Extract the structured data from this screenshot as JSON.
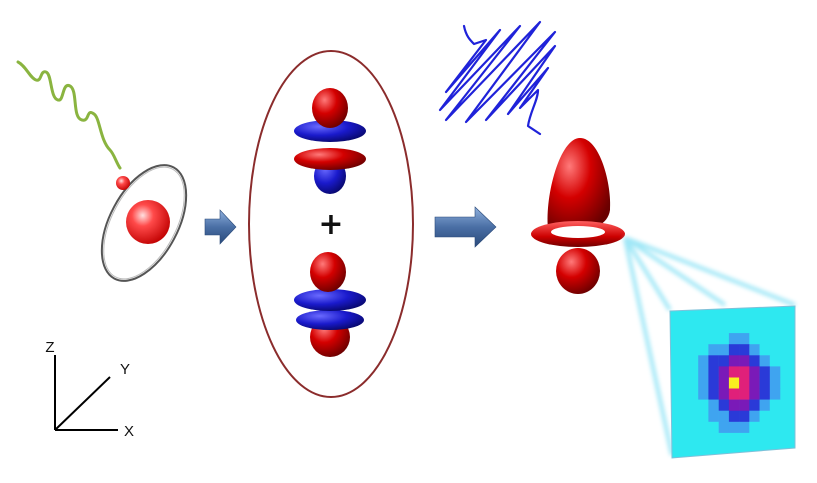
{
  "axes": {
    "z_label": "Z",
    "y_label": "Y",
    "x_label": "X"
  },
  "operator": {
    "plus": "+"
  },
  "colors": {
    "lobe_red": "#d40000",
    "lobe_blue": "#1a1acc",
    "pulse_green": "#8ab440",
    "pulse_blue": "#1f22d9",
    "ellipse": "#8b2c2c",
    "arrow": "#4a6fa5",
    "beam": "#8fe3f5",
    "detector_bg": "#2ee8f0"
  },
  "detector_grid": [
    [
      0,
      0,
      0,
      0,
      0,
      0,
      0,
      0,
      0
    ],
    [
      0,
      0,
      0,
      0,
      1,
      1,
      0,
      0,
      0
    ],
    [
      0,
      0,
      1,
      1,
      2,
      2,
      1,
      0,
      0
    ],
    [
      0,
      1,
      2,
      2,
      3,
      3,
      2,
      1,
      0
    ],
    [
      0,
      1,
      2,
      3,
      4,
      4,
      3,
      2,
      1
    ],
    [
      0,
      1,
      2,
      3,
      5,
      4,
      3,
      2,
      1
    ],
    [
      0,
      1,
      2,
      3,
      4,
      4,
      3,
      2,
      1
    ],
    [
      0,
      0,
      1,
      2,
      3,
      3,
      2,
      1,
      0
    ],
    [
      0,
      0,
      1,
      1,
      2,
      2,
      1,
      0,
      0
    ],
    [
      0,
      0,
      0,
      1,
      1,
      1,
      0,
      0,
      0
    ],
    [
      0,
      0,
      0,
      0,
      0,
      0,
      0,
      0,
      0
    ]
  ],
  "detector_palette": [
    "#2ee8f0",
    "#3fa4f0",
    "#2a3ad8",
    "#7a1ab8",
    "#e0207a",
    "#f8f020"
  ]
}
